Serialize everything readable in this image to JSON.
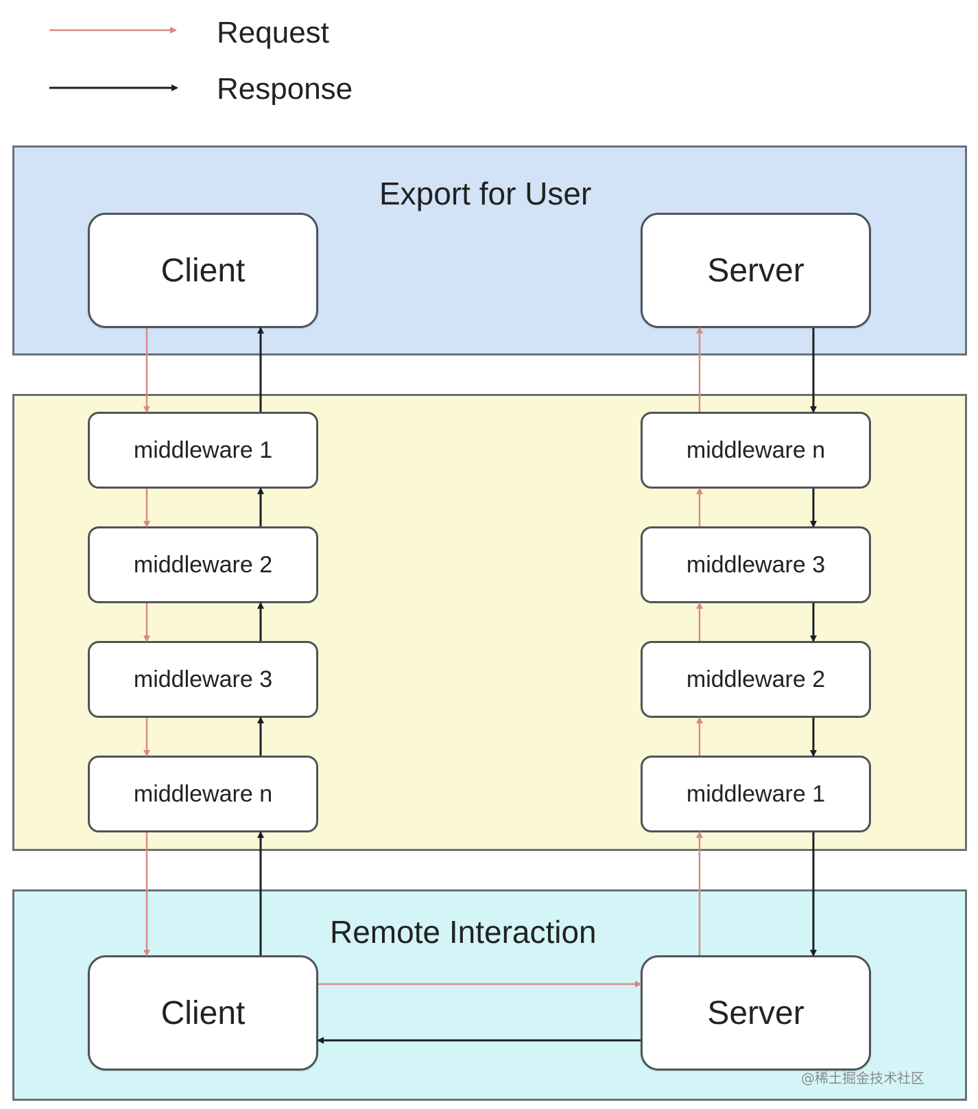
{
  "legend": {
    "request_label": "Request",
    "response_label": "Response"
  },
  "colors": {
    "request": "#d98a86",
    "response": "#1b1f24",
    "export_zone": "#d2e3f7",
    "middleware_zone": "#fbf8d6",
    "remote_zone": "#d4f5f8"
  },
  "export_zone": {
    "title": "Export for User",
    "client_label": "Client",
    "server_label": "Server"
  },
  "middleware_zone": {
    "client_side": [
      "middleware 1",
      "middleware 2",
      "middleware 3",
      "middleware n"
    ],
    "server_side": [
      "middleware n",
      "middleware 3",
      "middleware 2",
      "middleware 1"
    ]
  },
  "remote_zone": {
    "title": "Remote Interaction",
    "client_label": "Client",
    "server_label": "Server"
  },
  "watermark": "@稀土掘金技术社区"
}
